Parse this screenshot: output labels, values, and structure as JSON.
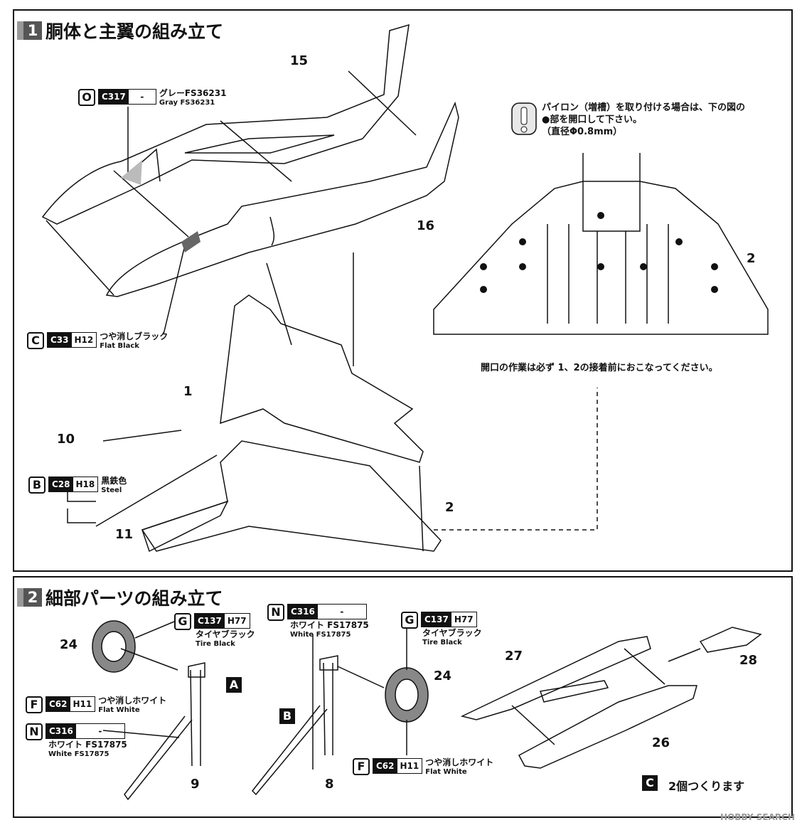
{
  "step1": {
    "number": "1",
    "title": "胴体と主翼の組み立て",
    "parts": {
      "p15": "15",
      "p16": "16",
      "p1": "1",
      "p10": "10",
      "p11": "11",
      "p2a": "2",
      "p2b": "2"
    },
    "paint_O": {
      "letter": "O",
      "code": "C317",
      "h": "-",
      "jp": "グレーFS36231",
      "en": "Gray FS36231"
    },
    "paint_C": {
      "letter": "C",
      "code": "C33",
      "h": "H12",
      "jp": "つや消しブラック",
      "en": "Flat Black"
    },
    "paint_B": {
      "letter": "B",
      "code": "C28",
      "h": "H18",
      "jp": "黒鉄色",
      "en": "Steel"
    },
    "pylon_note": [
      "パイロン（増槽）を取り付ける場合は、下の図の",
      "●部を開口して下さい。",
      "（直径Φ0.8mm）"
    ],
    "open_note": "開口の作業は必ず 1、2の接着前におこなってください。"
  },
  "step2": {
    "number": "2",
    "title": "細部パーツの組み立て",
    "parts": {
      "p24a": "24",
      "p24b": "24",
      "p9": "9",
      "p8": "8",
      "p27": "27",
      "p28": "28",
      "p26": "26"
    },
    "paint_G1": {
      "letter": "G",
      "code": "C137",
      "h": "H77",
      "jp": "タイヤブラック",
      "en": "Tire Black"
    },
    "paint_F1": {
      "letter": "F",
      "code": "C62",
      "h": "H11",
      "jp": "つや消しホワイト",
      "en": "Flat White"
    },
    "paint_N1": {
      "letter": "N",
      "code": "C316",
      "h": "-",
      "jp": "ホワイト FS17875",
      "en": "White FS17875"
    },
    "paint_N2": {
      "letter": "N",
      "code": "C316",
      "h": "-",
      "jp": "ホワイト FS17875",
      "en": "White FS17875"
    },
    "paint_G2": {
      "letter": "G",
      "code": "C137",
      "h": "H77",
      "jp": "タイヤブラック",
      "en": "Tire Black"
    },
    "paint_F2": {
      "letter": "F",
      "code": "C62",
      "h": "H11",
      "jp": "つや消しホワイト",
      "en": "Flat White"
    },
    "box_A": "A",
    "box_B": "B",
    "box_C": "C",
    "make_two": "2個つくります"
  },
  "watermark": "HOBBY SEARCH"
}
